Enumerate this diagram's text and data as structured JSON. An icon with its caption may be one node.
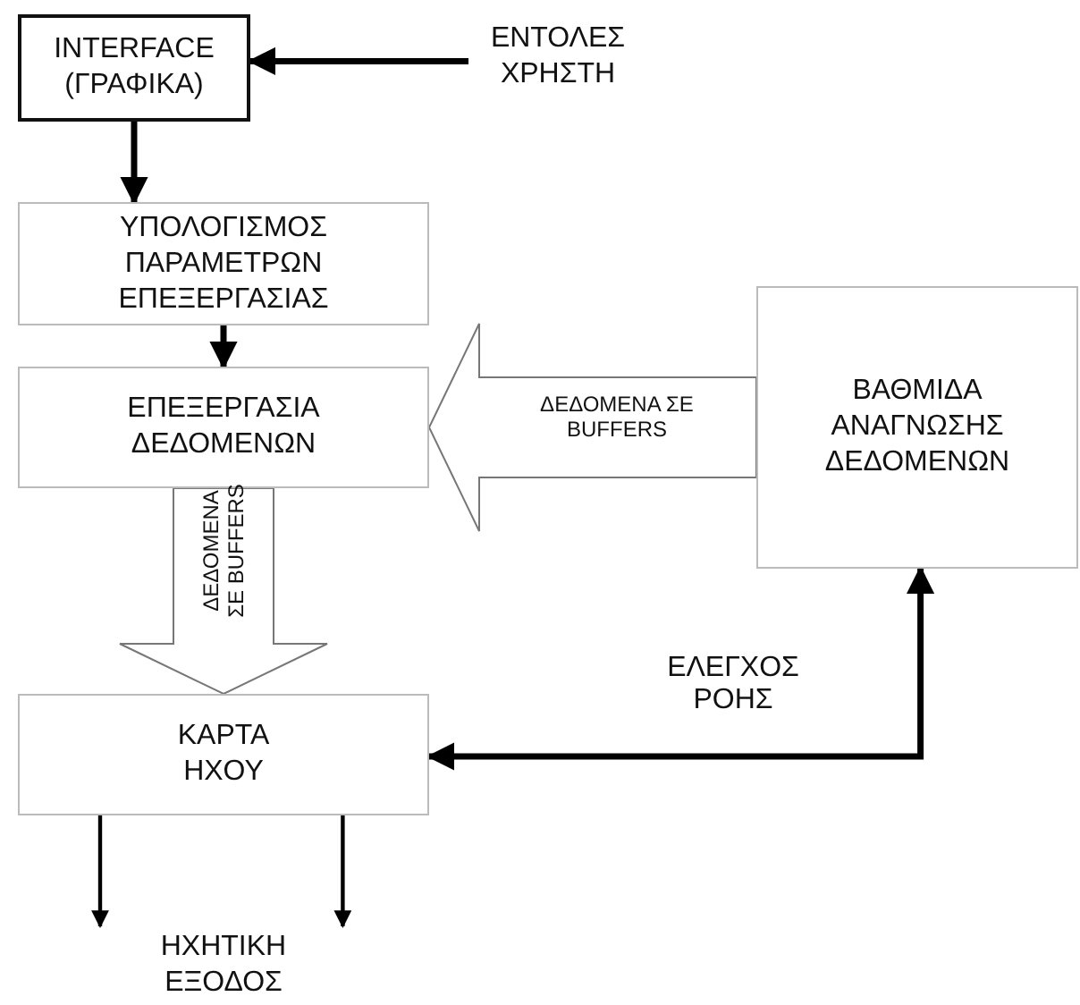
{
  "diagram": {
    "nodes": [
      {
        "text": [
          "INTERFACE (ΓΡΑΦΙΚΑ)"
        ]
      },
      {
        "text": [
          "ΕΝΤΟΛΕΣ ΧΡΗΣΤΗ"
        ]
      },
      {
        "text": [
          "ΥΠΟΛΟΓΙΣΜΟΣ ΠΑΡΑΜΕΤΡΩΝ ΕΠΕΞΕΡΓΑΣΙΑΣ"
        ]
      },
      {
        "text": [
          "ΕΠΕΞΕΡΓΑΣΙΑ ΔΕΔΟΜΕΝΩΝ"
        ]
      },
      {
        "text": [
          "ΒΑΘΜΙΔΑ ΑΝΑΓΝΩΣΗΣ ΔΕΔΟΜΕΝΩΝ"
        ]
      },
      {
        "text": [
          "ΚΑΡΤΑ ΗΧΟΥ"
        ]
      },
      {
        "text": [
          "ΗΧΗΤΙΚΗ ΕΞΟΔΟΣ"
        ]
      }
    ],
    "edges": [
      {
        "from": 1,
        "to": 0,
        "arrow": "to"
      },
      {
        "from": 0,
        "to": 2,
        "arrow": "to"
      },
      {
        "from": 2,
        "to": 3,
        "arrow": "to"
      },
      {
        "from": 4,
        "to": 3,
        "arrow": "to",
        "label": "ΔΕΔΟΜΕΝΑ ΣΕ BUFFERS",
        "style": "thick"
      },
      {
        "from": 3,
        "to": 5,
        "arrow": "to",
        "label": "ΔΕΔΟΜΕΝΑ ΣΕ BUFFERS",
        "style": "thick"
      },
      {
        "from": 5,
        "to": 4,
        "arrow": "both",
        "label": "ΕΛΕΓΧΟΣ ΡΟΗΣ"
      },
      {
        "from": 5,
        "to": 6,
        "arrow": "to"
      },
      {
        "from": 5,
        "to": 6,
        "arrow": "to"
      }
    ]
  }
}
